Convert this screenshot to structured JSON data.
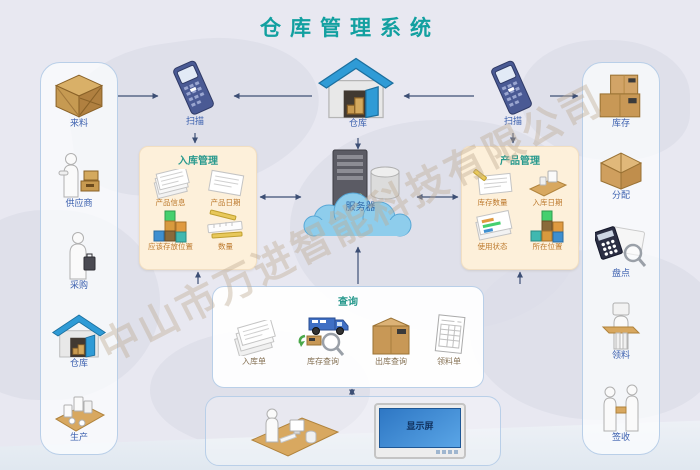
{
  "title": "仓库管理系统",
  "watermark": "中山市万进智能科技有限公司",
  "left_column": {
    "items": [
      {
        "label": "来料"
      },
      {
        "label": "供应商"
      },
      {
        "label": "采购"
      },
      {
        "label": "仓库"
      },
      {
        "label": "生产"
      }
    ]
  },
  "right_column": {
    "items": [
      {
        "label": "库存"
      },
      {
        "label": "分配"
      },
      {
        "label": "盘点"
      },
      {
        "label": "领料"
      },
      {
        "label": "签收"
      }
    ]
  },
  "center": {
    "scan_left": "扫描",
    "scan_right": "扫描",
    "warehouse": "仓库",
    "server": "服务器"
  },
  "panels": {
    "inbound": {
      "title": "入库管理",
      "items": [
        {
          "label": "产品信息"
        },
        {
          "label": "产品日期"
        },
        {
          "label": "应该存放位置"
        },
        {
          "label": "数量"
        }
      ]
    },
    "product": {
      "title": "产品管理",
      "items": [
        {
          "label": "库存数量"
        },
        {
          "label": "入库日期"
        },
        {
          "label": "使用状态"
        },
        {
          "label": "所在位置"
        }
      ]
    },
    "query": {
      "title": "查询",
      "items": [
        {
          "label": "入库单"
        },
        {
          "label": "库存查询"
        },
        {
          "label": "出库查询"
        },
        {
          "label": "领料单"
        }
      ]
    }
  },
  "bottom": {
    "monitor": "显示屏"
  },
  "colors": {
    "title": "#12a0a0",
    "label_blue": "#3a5fae",
    "panel_title_teal": "#2a9a8e",
    "panel_item_orange": "#bd7a2e",
    "panel_bg": "#fdf0da",
    "roof_blue": "#2f9bd6",
    "arrow": "#3d4f75",
    "cardboard": "#c89856",
    "screen_blue": "#2e77c4"
  }
}
